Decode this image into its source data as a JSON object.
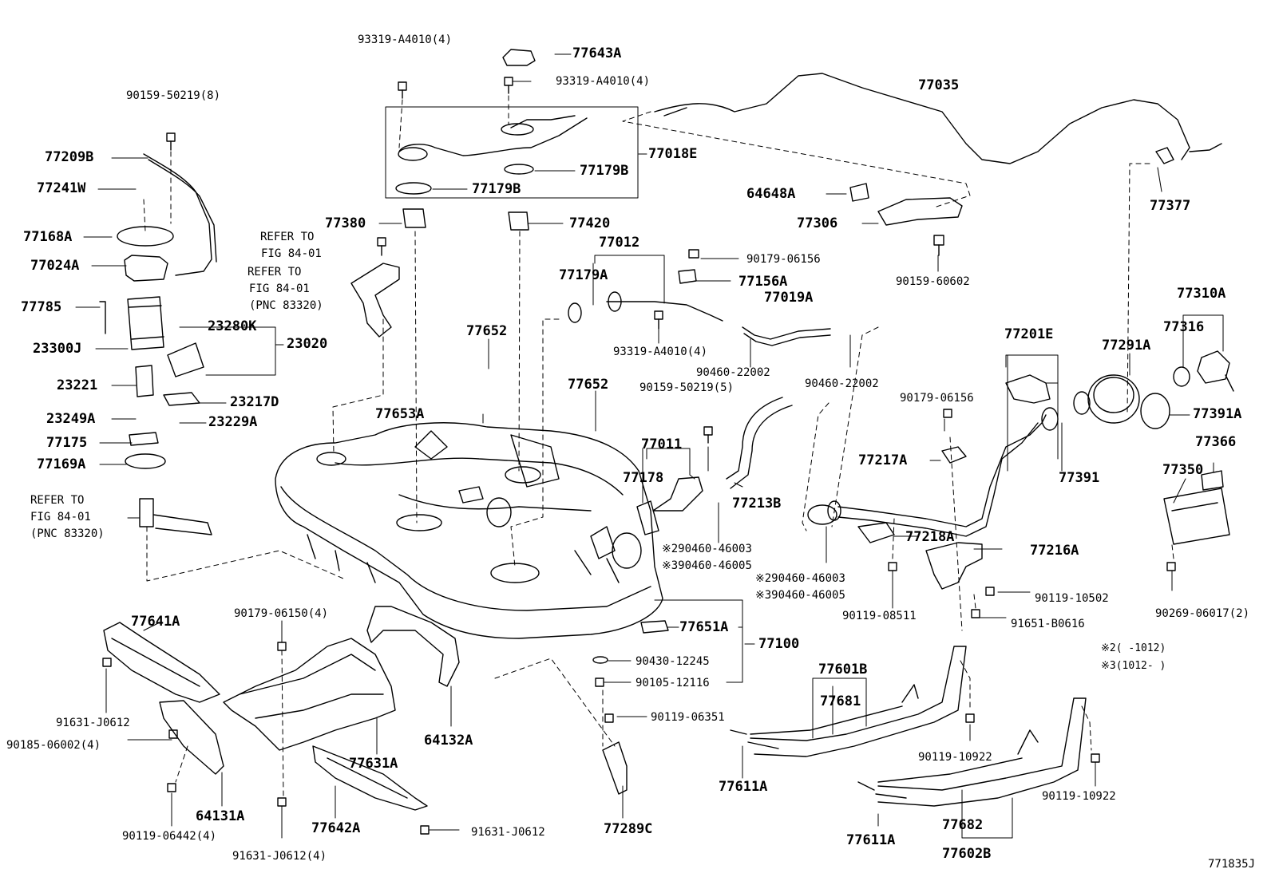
{
  "diagram_code": "771835J",
  "notes": [
    "※2(    -1012)",
    "※3(1012-    )"
  ],
  "labels": {
    "l01": "93319-A4010(4)",
    "l02": "77643A",
    "l03": "93319-A4010(4)",
    "l04": "77035",
    "l05": "90159-50219(8)",
    "l06": "77209B",
    "l07": "77241W",
    "l08": "77168A",
    "l09": "77024A",
    "l10": "77785",
    "l11": "23300J",
    "l12": "23221",
    "l13": "23249A",
    "l14": "77175",
    "l15": "77169A",
    "l16": "REFER TO",
    "l17": "FIG 84-01",
    "l18": "(PNC 83320)",
    "l19": "77018E",
    "l20": "77179B",
    "l21": "77179B",
    "l22": "64648A",
    "l23": "77306",
    "l24": "77377",
    "l25": "77380",
    "l26": "77420",
    "l27": "REFER TO",
    "l28": "FIG 84-01",
    "l29": "REFER TO",
    "l30": "FIG 84-01",
    "l31": "(PNC 83320)",
    "l32": "77012",
    "l33": "77179A",
    "l34": "90179-06156",
    "l35": "77156A",
    "l36": "77019A",
    "l37": "90159-60602",
    "l38": "77310A",
    "l39": "23280K",
    "l40": "23020",
    "l41": "23217D",
    "l42": "23229A",
    "l43": "77652",
    "l44": "93319-A4010(4)",
    "l45": "90460-22002",
    "l46": "90460-22002",
    "l47": "77201E",
    "l48": "77291A",
    "l49": "77316",
    "l50": "77652",
    "l51": "90159-50219(5)",
    "l52": "90179-06156",
    "l53": "77391A",
    "l54": "77653A",
    "l55": "77011",
    "l56": "77178",
    "l57": "77213B",
    "l58": "77217A",
    "l59": "77391",
    "l60": "77366",
    "l61": "77350",
    "l62": "77218A",
    "l63": "77216A",
    "l64": "※290460-46003",
    "l65": "※390460-46005",
    "l66": "※290460-46003",
    "l67": "※390460-46005",
    "l68": "90119-10502",
    "l69": "90269-06017(2)",
    "l70": "90119-08511",
    "l71": "91651-B0616",
    "l72": "77641A",
    "l73": "90179-06150(4)",
    "l74": "77651A",
    "l75": "77100",
    "l76": "90430-12245",
    "l77": "90105-12116",
    "l78": "77601B",
    "l79": "77681",
    "l80": "91631-J0612",
    "l81": "90185-06002(4)",
    "l82": "77631A",
    "l83": "64132A",
    "l84": "90119-06351",
    "l85": "90119-10922",
    "l86": "77611A",
    "l87": "90119-10922",
    "l88": "64131A",
    "l89": "90119-06442(4)",
    "l90": "77642A",
    "l91": "91631-J0612",
    "l92": "77289C",
    "l93": "77611A",
    "l94": "77682",
    "l95": "77602B",
    "l96": "91631-J0612(4)"
  }
}
